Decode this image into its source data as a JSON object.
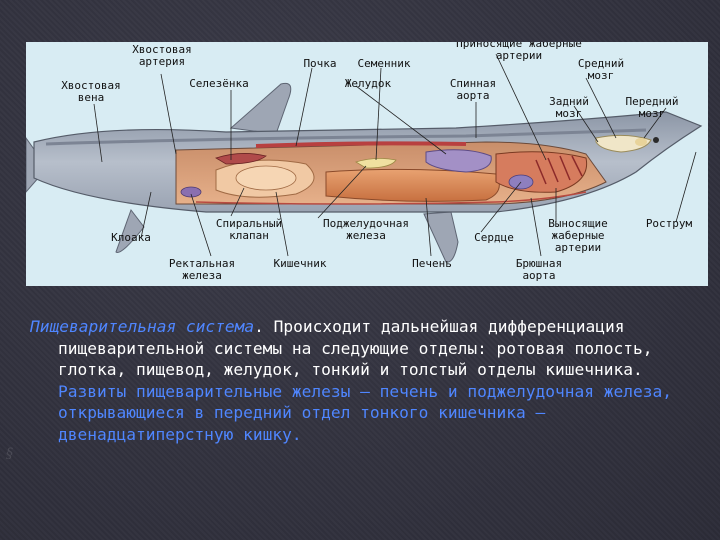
{
  "figure": {
    "labels": {
      "tail_artery": "Хвостовая\nартерия",
      "tail_vein": "Хвостовая\nвена",
      "spleen": "Селезёнка",
      "kidney": "Почка",
      "testis": "Семенник",
      "stomach": "Желудок",
      "afferent_gill_arteries": "Приносящие жаберные\nартерии",
      "dorsal_aorta": "Спинная\nаорта",
      "midbrain": "Средний\nмозг",
      "hindbrain": "Задний\nмозг",
      "forebrain": "Передний\nмозг",
      "cloaca": "Клоака",
      "spiral_valve": "Спиральный\nклапан",
      "pancreas": "Поджелудочная\nжелеза",
      "heart": "Сердце",
      "efferent_gill_arteries": "Выносящие\nжаберные\nартерии",
      "rostrum": "Рострум",
      "rectal_gland": "Ректальная\nжелеза",
      "intestine": "Кишечник",
      "liver": "Печень",
      "ventral_aorta": "Брюшная\nаорта"
    }
  },
  "text": {
    "title": "Пищеварительная система",
    "sentence1": ". Происходит дальнейшая дифференциация пищеварительной системы на следующие отделы: ротовая полость, глотка, пищевод, желудок, тонкий и толстый отделы кишечника. ",
    "sentence2": "Развиты пищеварительные железы — печень и поджелудочная железа, открывающиеся в передний отдел тонкого кишечника — двенадцатиперстную кишку."
  },
  "colors": {
    "background": "#33333f",
    "figure_bg": "#d8ecf3",
    "title_blue": "#4f86ff",
    "body_text": "#ffffff"
  }
}
